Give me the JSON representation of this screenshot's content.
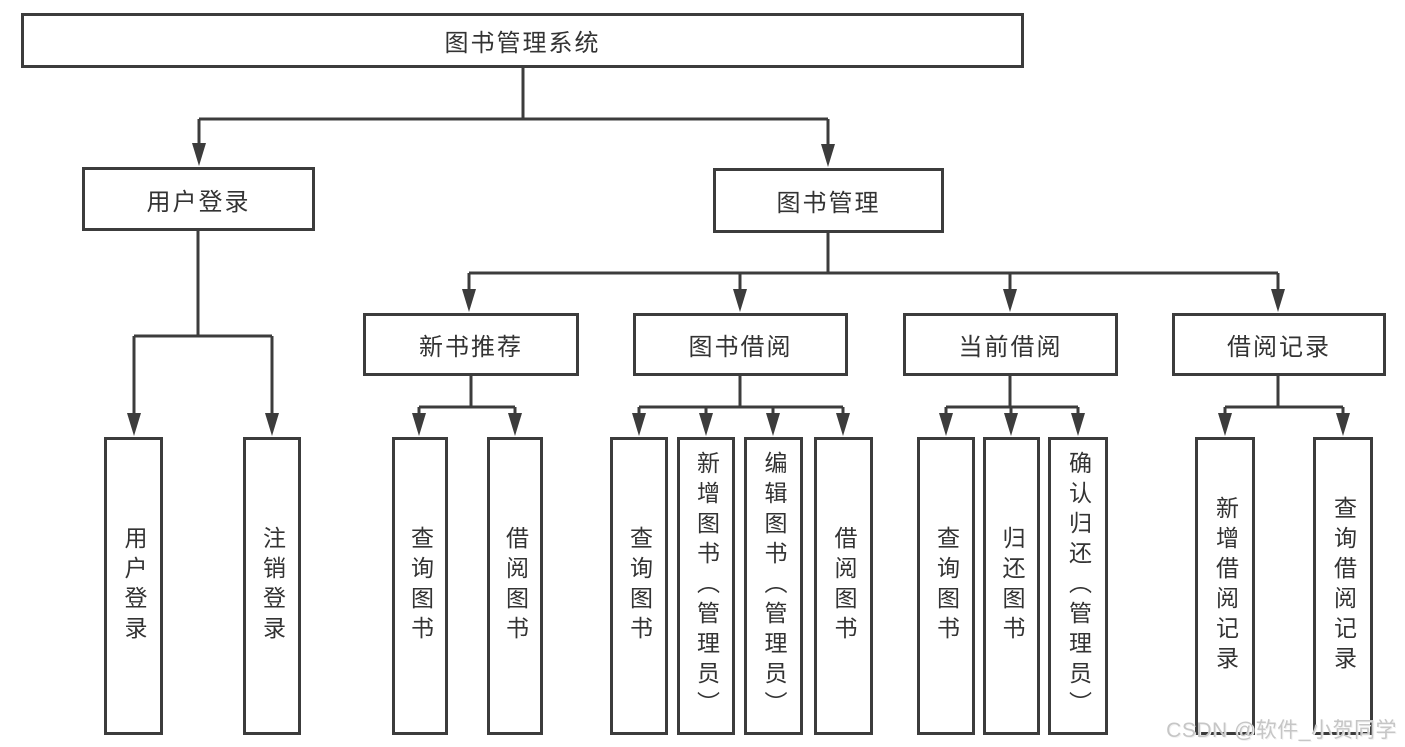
{
  "diagram": {
    "root": {
      "label": "图书管理系统"
    },
    "level2": [
      {
        "label": "用户登录",
        "children": [
          {
            "label": "用户登录"
          },
          {
            "label": "注销登录"
          }
        ]
      },
      {
        "label": "图书管理",
        "children": [
          {
            "label": "新书推荐",
            "children": [
              {
                "label": "查询图书"
              },
              {
                "label": "借阅图书"
              }
            ]
          },
          {
            "label": "图书借阅",
            "children": [
              {
                "label": "查询图书"
              },
              {
                "label": "新增图书（管理员）"
              },
              {
                "label": "编辑图书（管理员）"
              },
              {
                "label": "借阅图书"
              }
            ]
          },
          {
            "label": "当前借阅",
            "children": [
              {
                "label": "查询图书"
              },
              {
                "label": "归还图书"
              },
              {
                "label": "确认归还（管理员）"
              }
            ]
          },
          {
            "label": "借阅记录",
            "children": [
              {
                "label": "新增借阅记录"
              },
              {
                "label": "查询借阅记录"
              }
            ]
          }
        ]
      }
    ],
    "watermark": "CSDN @软件_小贺同学",
    "colors": {
      "line": "#3c3c3c",
      "text": "#333333",
      "background": "#ffffff",
      "watermark": "#c6c6c6"
    }
  }
}
